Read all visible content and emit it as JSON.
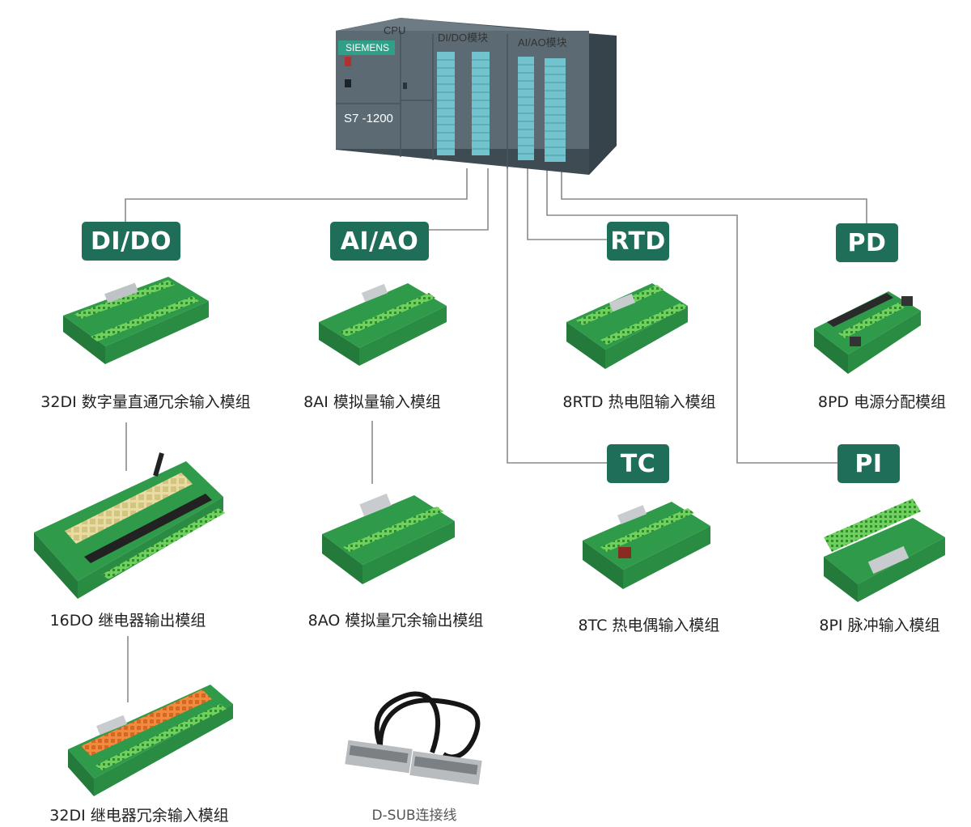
{
  "plc": {
    "brand": "SIEMENS",
    "model": "S7 -1200",
    "labels": {
      "cpu": "CPU",
      "dido": "DI/DO模块",
      "aiao": "AI/AO模块"
    }
  },
  "categories": [
    {
      "id": "dido",
      "label": "DI/DO"
    },
    {
      "id": "aiao",
      "label": "AI/AO"
    },
    {
      "id": "rtd",
      "label": "RTD"
    },
    {
      "id": "pd",
      "label": "PD"
    },
    {
      "id": "tc",
      "label": "TC"
    },
    {
      "id": "pi",
      "label": "PI"
    }
  ],
  "modules": [
    {
      "id": "di32",
      "caption": "32DI 数字量直通冗余输入模组"
    },
    {
      "id": "ai8",
      "caption": "8AI 模拟量输入模组"
    },
    {
      "id": "rtd8",
      "caption": "8RTD 热电阻输入模组"
    },
    {
      "id": "pd8",
      "caption": "8PD 电源分配模组"
    },
    {
      "id": "do16",
      "caption": "16DO 继电器输出模组"
    },
    {
      "id": "ao8",
      "caption": "8AO 模拟量冗余输出模组"
    },
    {
      "id": "tc8",
      "caption": "8TC 热电偶输入模组"
    },
    {
      "id": "pi8",
      "caption": "8PI 脉冲输入模组"
    },
    {
      "id": "di32r",
      "caption": "32DI 继电器冗余输入模组"
    },
    {
      "id": "dsub",
      "caption": "D-SUB连接线"
    }
  ],
  "colors": {
    "badge": "#1f6e5a",
    "board": "#2f9b4a",
    "terminal": "#6fcf5f",
    "plc": "#55646d",
    "led": "#6ec6cf"
  }
}
